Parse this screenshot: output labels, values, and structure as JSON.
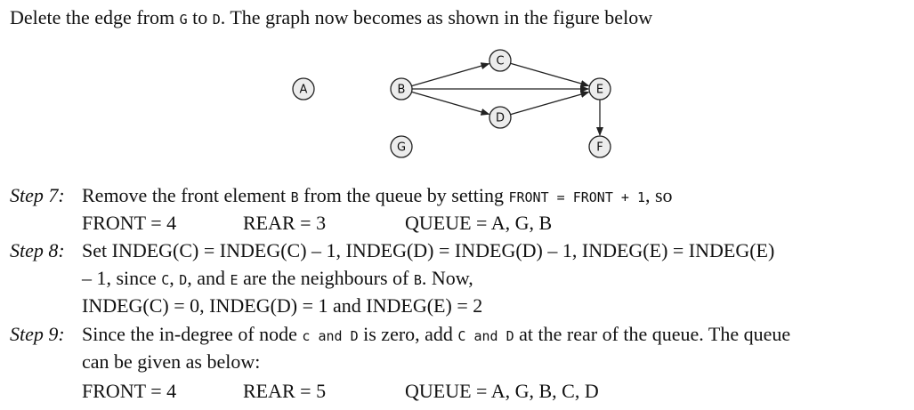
{
  "intro": {
    "part1": "Delete the edge from ",
    "node_from": "G",
    "part2": " to ",
    "node_to": "D",
    "part3": ". The graph now becomes as shown in the figure below"
  },
  "graph": {
    "nodes": [
      "A",
      "B",
      "C",
      "D",
      "E",
      "F",
      "G"
    ],
    "edges": [
      [
        "B",
        "C"
      ],
      [
        "B",
        "E"
      ],
      [
        "B",
        "D"
      ],
      [
        "C",
        "E"
      ],
      [
        "D",
        "E"
      ],
      [
        "E",
        "F"
      ]
    ]
  },
  "step7": {
    "label": "Step 7:",
    "text1": "Remove the front element ",
    "node": "B",
    "text2": " from the queue by setting ",
    "code": "FRONT = FRONT + 1",
    "text3": ", so",
    "front": "FRONT = 4",
    "rear": "REAR = 3",
    "queue": "QUEUE = A, G, B"
  },
  "step8": {
    "label": "Step 8:",
    "line1": "Set INDEG(C) = INDEG(C) – 1, INDEG(D) = INDEG(D) – 1, INDEG(E) = INDEG(E)",
    "line2a": "– 1, since ",
    "n1": "C",
    "sep1": ", ",
    "n2": "D",
    "line2b": ", and ",
    "n3": "E",
    "line2c": " are the neighbours of ",
    "n4": "B",
    "line2d": ". Now,",
    "line3": "INDEG(C) = 0, INDEG(D) = 1 and INDEG(E) = 2"
  },
  "step9": {
    "label": "Step 9:",
    "text1": "Since the in-degree of node ",
    "code1": "c and D",
    "text2": " is zero, add ",
    "code2": "C and D",
    "text3": " at the rear of the queue. The queue",
    "line2": "can be given as below:",
    "front": "FRONT = 4",
    "rear": "REAR = 5",
    "queue": "QUEUE = A, G, B, C, D"
  }
}
